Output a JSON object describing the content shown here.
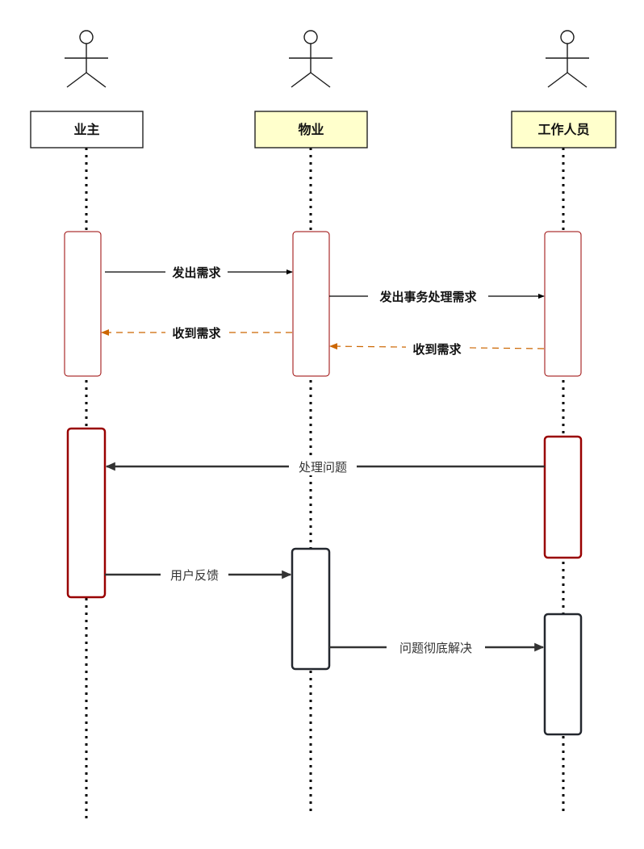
{
  "participants": [
    {
      "id": "owner",
      "label": "业主",
      "fill": "#ffffff"
    },
    {
      "id": "property",
      "label": "物业",
      "fill": "#ffffcc"
    },
    {
      "id": "staff",
      "label": "工作人员",
      "fill": "#ffffcc"
    }
  ],
  "messages": [
    {
      "id": "send-request",
      "label": "发出需求",
      "style": "solid-thin-black"
    },
    {
      "id": "send-handling-request",
      "label": "发出事务处理需求",
      "style": "solid-thin-black"
    },
    {
      "id": "received-request-1",
      "label": "收到需求",
      "style": "dashed-orange"
    },
    {
      "id": "received-request-2",
      "label": "收到需求",
      "style": "dashed-orange"
    },
    {
      "id": "handle-problem",
      "label": "处理问题",
      "style": "solid-thick-dark"
    },
    {
      "id": "user-feedback",
      "label": "用户反馈",
      "style": "solid-thick-dark"
    },
    {
      "id": "problem-solved",
      "label": "问题彻底解决",
      "style": "solid-thick-dark"
    }
  ],
  "colors": {
    "activation_red": "#990000",
    "activation_dark": "#23272e",
    "return_orange": "#cc6600",
    "header_yellow": "#ffffcc"
  }
}
